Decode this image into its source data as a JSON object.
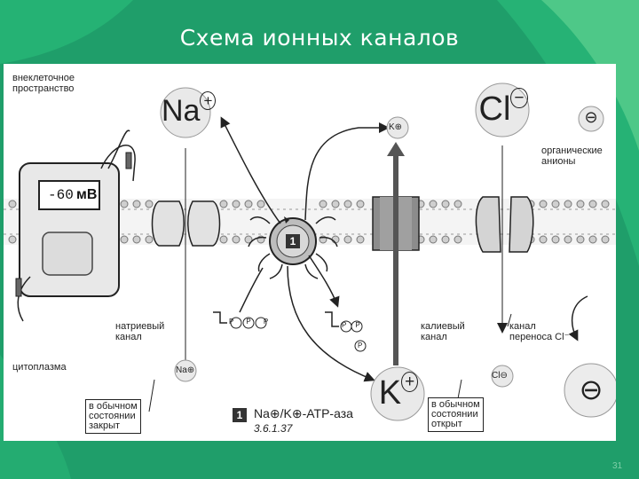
{
  "slide": {
    "title": "Схема ионных каналов",
    "page_number": "31"
  },
  "colors": {
    "background": "#1f9e6a",
    "accent_light": "#6cd79a",
    "figure_bg": "#ffffff"
  },
  "diagram": {
    "labels": {
      "extracellular": "внеклеточное\nпространство",
      "cytoplasm": "цитоплазма",
      "sodium_channel": "натриевый\nканал",
      "potassium_channel": "калиевый\nканал",
      "chloride_channel": "канал\nпереноса Cl⁻",
      "organic_anions": "органические\nанионы",
      "normally_closed": "в обычном\nсостоянии\nзакрыт",
      "normally_open": "в обычном\nсостоянии\nоткрыт"
    },
    "ions": {
      "na_large": "Na",
      "na_charge": "+",
      "cl_large": "Cl",
      "cl_charge": "−",
      "k_large": "K",
      "k_charge": "+",
      "k_small": "K⊕",
      "na_small": "Na⊕",
      "cl_small": "Cl⊖",
      "anion_small": "⊖",
      "anion_large": "⊖"
    },
    "meter": {
      "value": "-60",
      "unit": "мВ"
    },
    "pump": {
      "badge": "1",
      "legend_badge": "1",
      "legend_text": "Na⊕/K⊕-ATP-аза",
      "ec_number": "3.6.1.37",
      "atp_label": "P P P",
      "adp_label": "P P",
      "pi_label": "P"
    }
  }
}
